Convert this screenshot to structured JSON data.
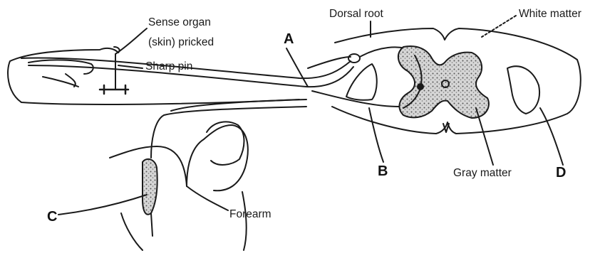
{
  "labels": {
    "sense_organ_line1": "Sense organ",
    "sense_organ_line2": "(skin) pricked",
    "sharp_pin": "Sharp pin",
    "dorsal_root": "Dorsal root",
    "white_matter": "White matter",
    "gray_matter": "Gray matter",
    "forearm": "Forearm"
  },
  "letters": {
    "a": "A",
    "b": "B",
    "c": "C",
    "d": "D"
  },
  "colors": {
    "ink": "#1a1a1a",
    "gray_fill": "#cfcfcf",
    "background": "#ffffff"
  }
}
